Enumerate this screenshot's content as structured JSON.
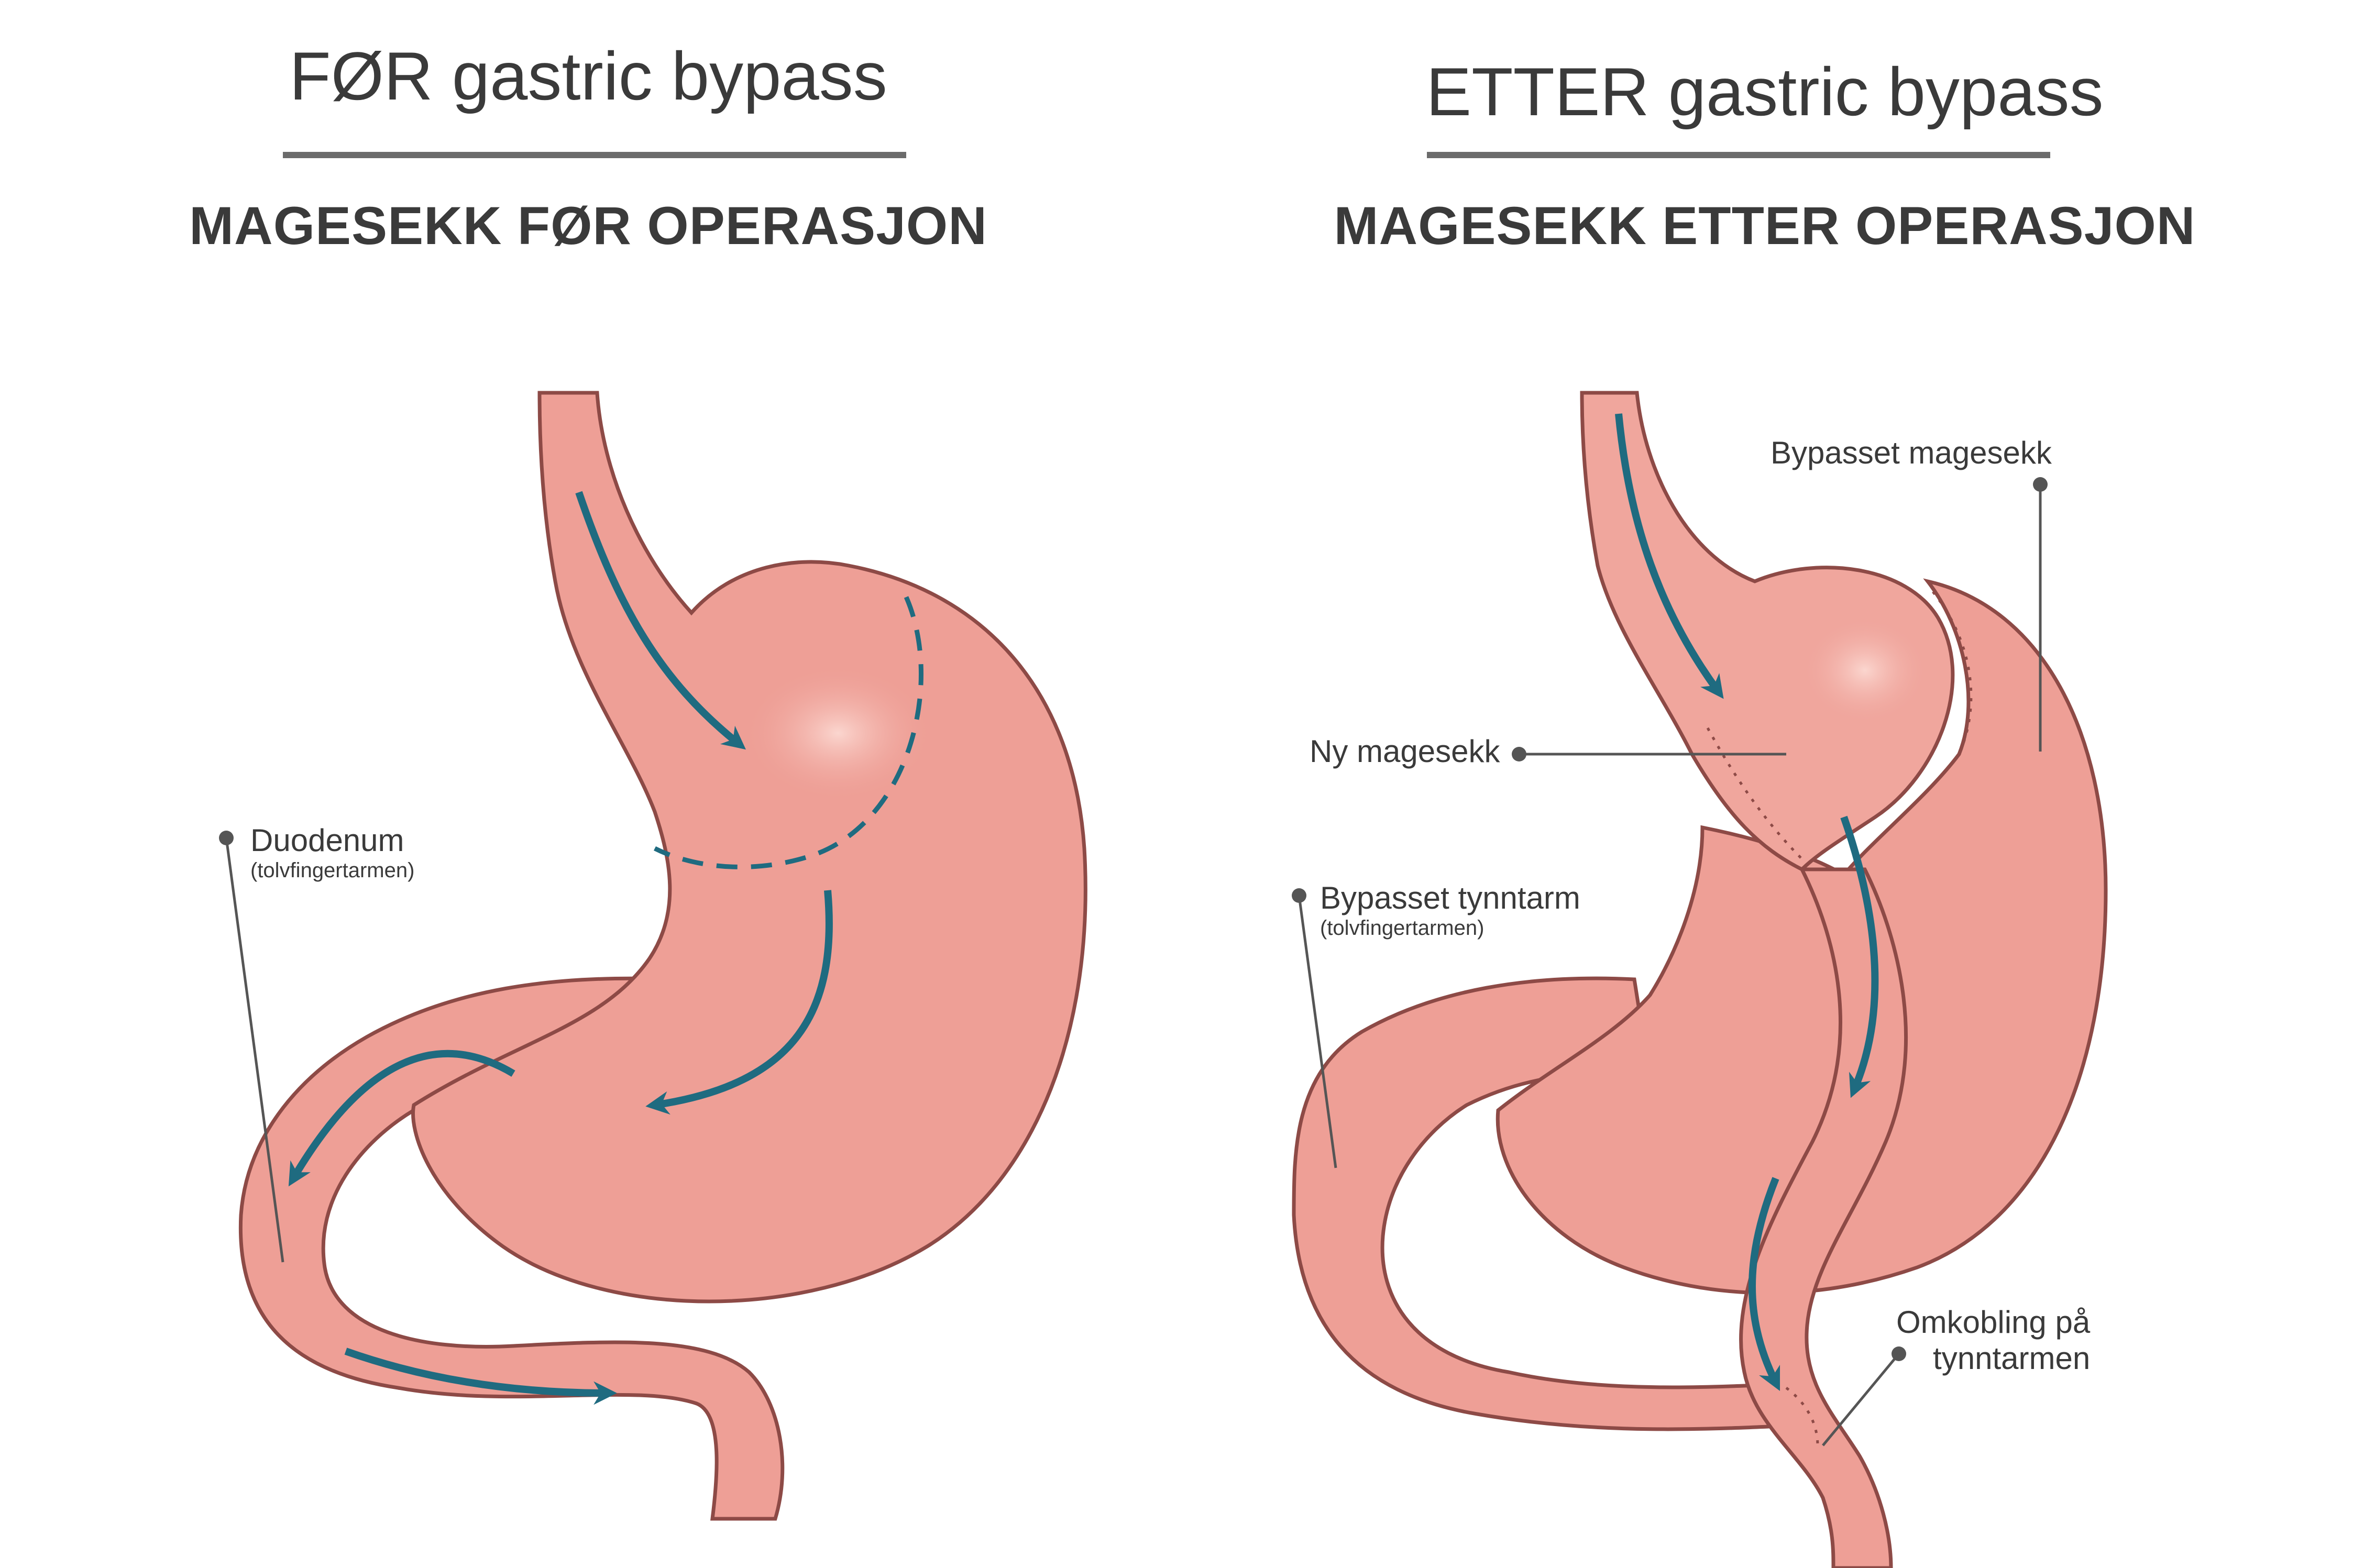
{
  "left": {
    "title": "FØR gastric bypass",
    "subtitle": "MAGESEKK FØR OPERASJON",
    "labels": {
      "duodenum": "Duodenum",
      "duodenum_sub": "(tolvfingertarmen)"
    }
  },
  "right": {
    "title": "ETTER gastric bypass",
    "subtitle": "MAGESEKK ETTER OPERASJON",
    "labels": {
      "bypassed_stomach": "Bypasset magesekk",
      "new_stomach": "Ny magesekk",
      "bypassed_intestine": "Bypasset tynntarm",
      "bypassed_intestine_sub": "(tolvfingertarmen)",
      "reconnection_line1": "Omkobling på",
      "reconnection_line2": "tynntarmen"
    }
  },
  "colors": {
    "tissue": "#ee9f96",
    "tissue_light": "#f5b8ae",
    "outline": "#8d4a46",
    "arrow": "#1f6b80",
    "text": "#3a3a3a",
    "leader": "#555555"
  }
}
